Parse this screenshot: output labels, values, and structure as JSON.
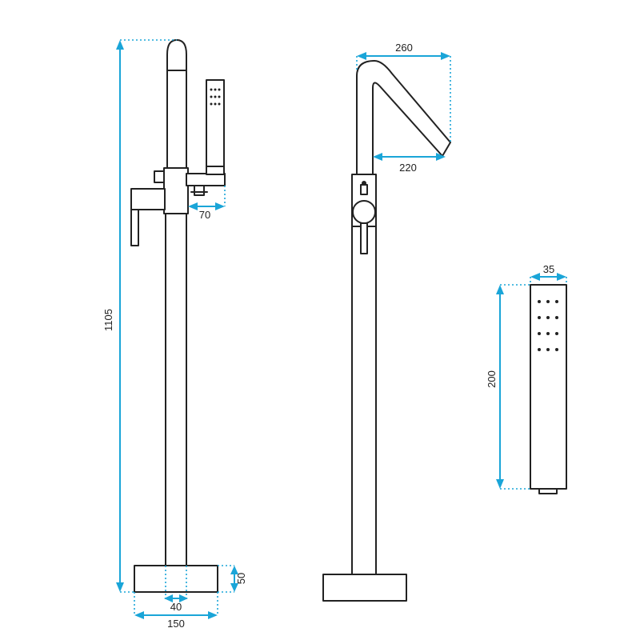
{
  "dimensions": {
    "total_height": "1105",
    "spout_depth": "70",
    "base_height": "50",
    "pipe_diameter": "40",
    "base_width": "150",
    "spout_reach_outer": "260",
    "spout_reach_inner": "220",
    "hand_shower_width": "35",
    "hand_shower_height": "200"
  },
  "colors": {
    "dimension_lines": "#1aa5d8",
    "outline": "#222222"
  }
}
